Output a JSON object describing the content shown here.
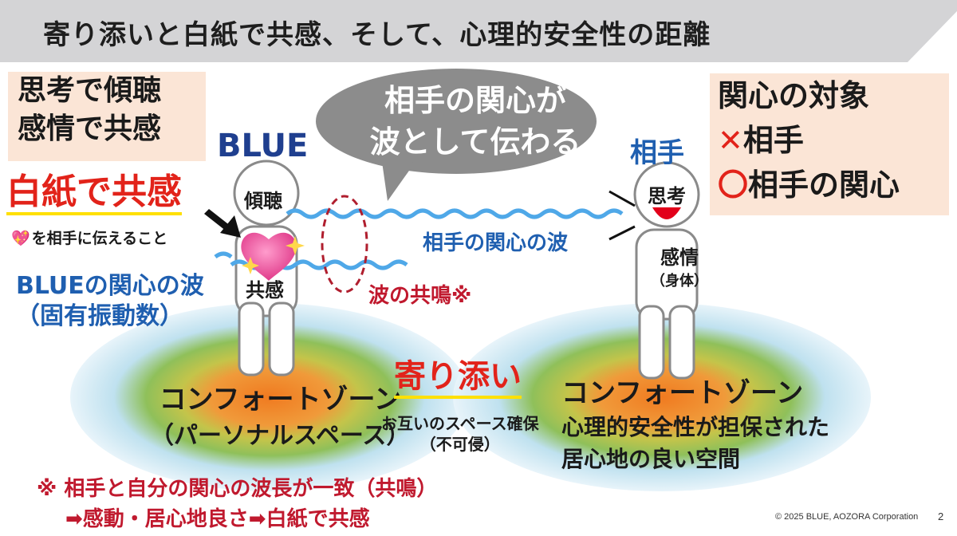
{
  "title": "寄り添いと白紙で共感、そして、心理的安全性の距離",
  "left_box": {
    "line1": "思考で傾聴",
    "line2": "感情で共感"
  },
  "right_box": {
    "line1": "関心の対象",
    "line2_mark": "✕",
    "line2_text": "相手",
    "line3_mark": "〇",
    "line3_text": "相手の関心"
  },
  "speech_bubble": {
    "line1": "相手の関心が",
    "line2": "波として伝わる"
  },
  "blue_label": "BLUE",
  "partner_label": "相手",
  "hakushi_heading": "白紙で共感",
  "heart_caption": {
    "icon": "💖",
    "text": "を相手に伝えること"
  },
  "blue_wave_label": {
    "line1": "BLUEの関心の波",
    "line2": "（固有振動数）"
  },
  "partner_wave_label": "相手の関心の波",
  "resonance_label": "波の共鳴※",
  "figure_labels": {
    "listen": "傾聴",
    "empathy": "共感",
    "think": "思考",
    "feel": "感情",
    "body": "（身体）"
  },
  "left_zone": {
    "line1": "コンフォートゾーン",
    "line2": "（パーソナルスペース）"
  },
  "yorisoi_heading": "寄り添い",
  "space_note": {
    "line1": "お互いのスペース確保",
    "line2": "（不可侵）"
  },
  "right_zone": {
    "line1": "コンフォートゾーン",
    "line2": "心理的安全性が担保された",
    "line3": "居心地の良い空間"
  },
  "footnote": {
    "line1": "※ 相手と自分の関心の波長が一致（共鳴）",
    "line2": "➡感動・居心地良さ➡白紙で共感"
  },
  "copyright": "© 2025 BLUE, AOZORA Corporation",
  "page_number": "2",
  "colors": {
    "accent_red": "#e2231a",
    "brand_blue": "#1f3f8f",
    "wave_blue": "#4fa8e8",
    "zone_outer": "#bfe1ef",
    "zone_mid": "#a8c85a",
    "zone_inner": "#ef8a2a",
    "header_gray": "#d4d4d6",
    "beige": "#fbe5d6"
  }
}
